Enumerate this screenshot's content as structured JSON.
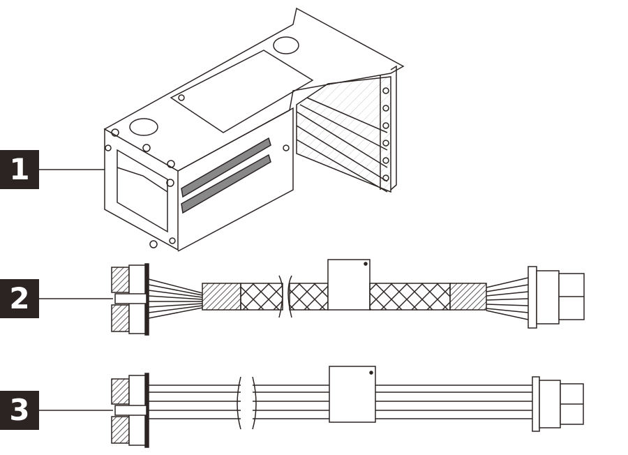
{
  "diagram": {
    "type": "parts-identification",
    "colors": {
      "line": "#2b2422",
      "label_bg": "#2b2422",
      "label_text": "#ffffff",
      "background": "#ffffff"
    },
    "callouts": [
      {
        "id": "1",
        "label": "1",
        "part": "riser-cage"
      },
      {
        "id": "2",
        "label": "2",
        "part": "sleeved-power-cable"
      },
      {
        "id": "3",
        "label": "3",
        "part": "flat-power-cable"
      }
    ]
  }
}
